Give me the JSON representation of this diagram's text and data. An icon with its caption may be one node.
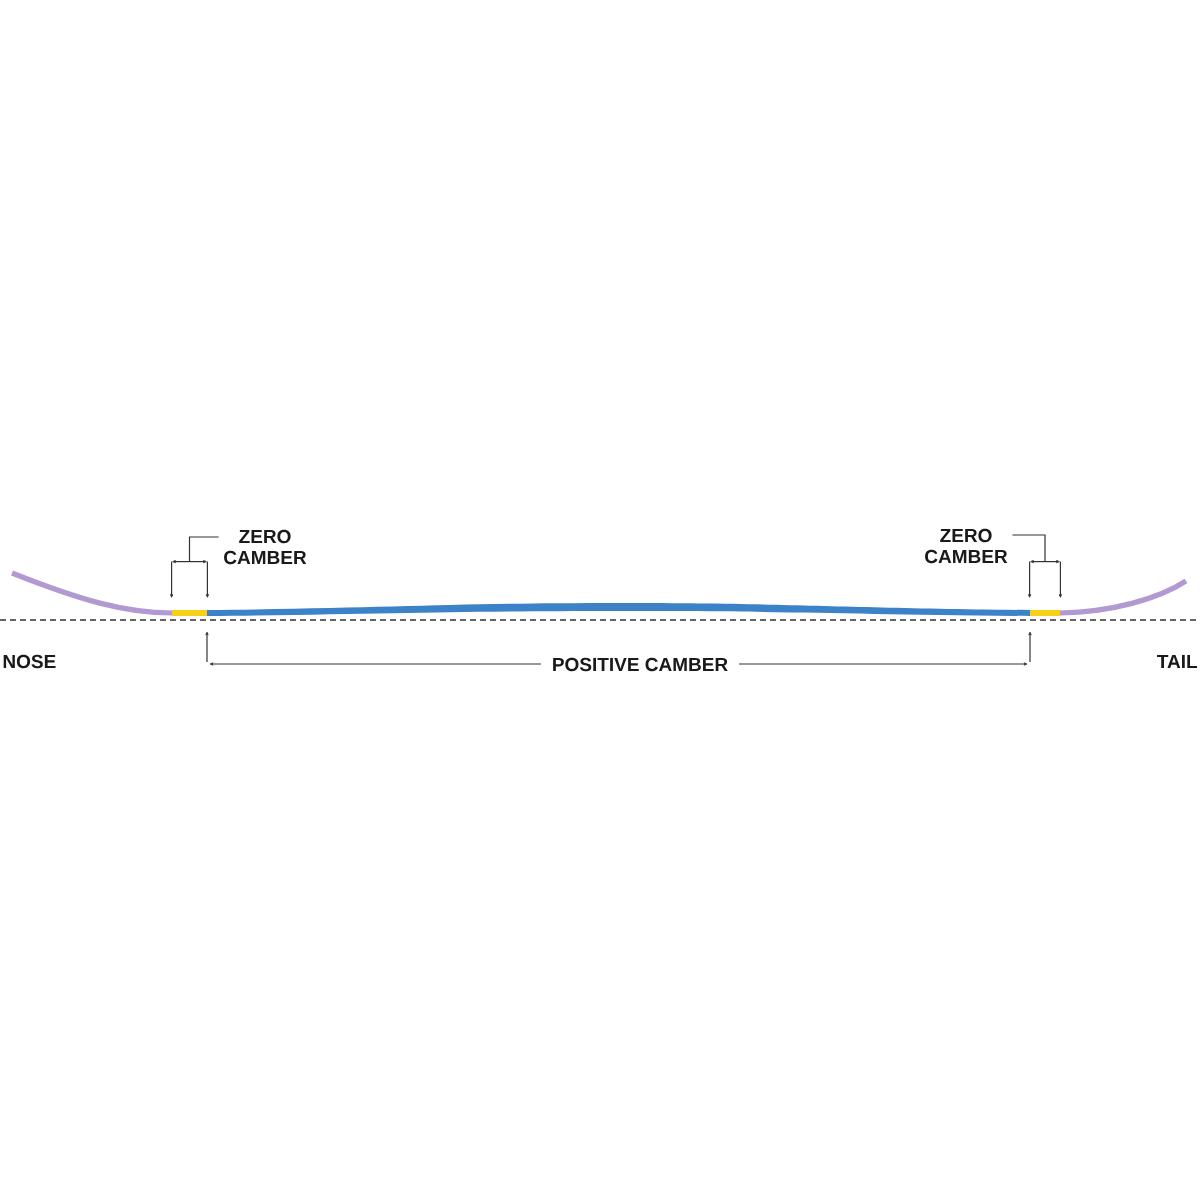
{
  "diagram": {
    "nodes": [
      {
        "text": [
          "ZERO CAMBER"
        ]
      },
      {
        "text": [
          "ZERO CAMBER"
        ]
      },
      {
        "text": [],
        "shape": "bracket"
      },
      {
        "text": [],
        "shape": "bracket"
      }
    ],
    "edges": [
      {
        "from": 0,
        "to": 2,
        "arrow": "none"
      },
      {
        "from": 1,
        "to": 3,
        "arrow": "none"
      }
    ],
    "labels": [
      "NOSE",
      "POSITIVE CAMBER",
      "TAIL"
    ]
  }
}
